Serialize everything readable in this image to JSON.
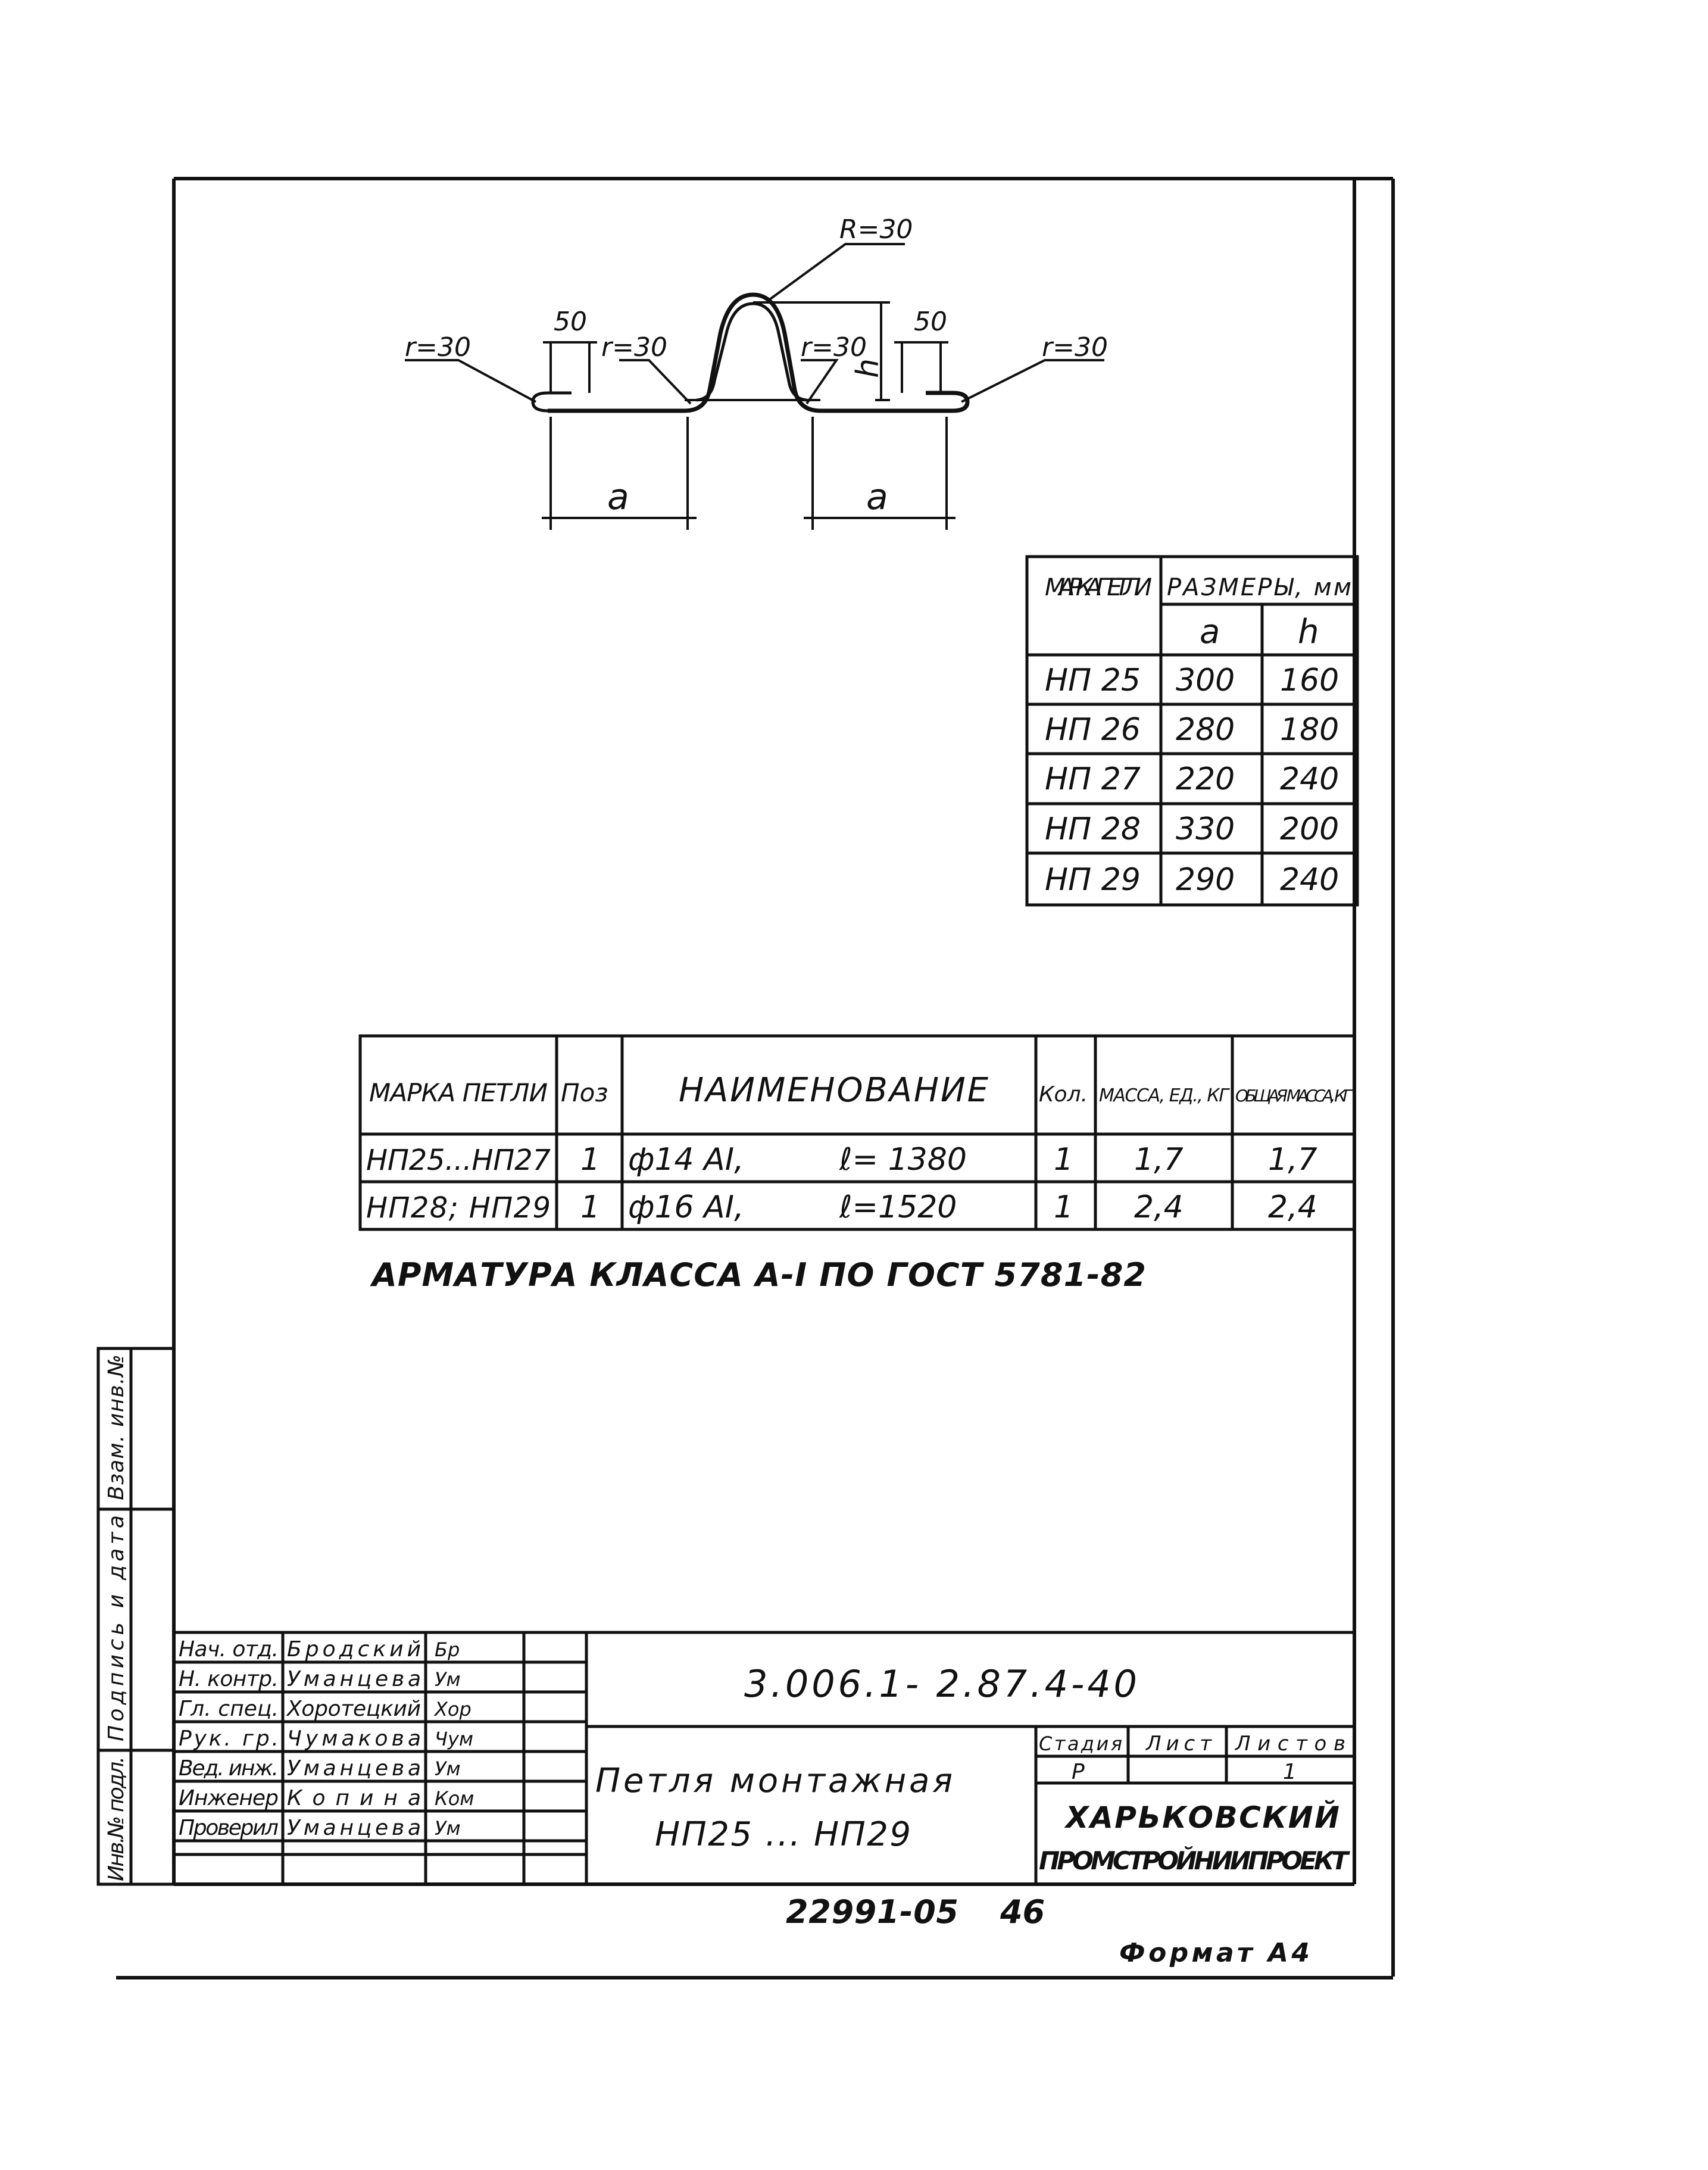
{
  "drawing": {
    "r_top": "R=30",
    "r_left": "r=30",
    "r_inner_left": "r=30",
    "r_inner_right": "r=30",
    "r_right": "r=30",
    "dim_50_left": "50",
    "dim_50_right": "50",
    "dim_h": "h",
    "dim_a_left": "a",
    "dim_a_right": "a"
  },
  "size_table": {
    "header_mark": "МАРКА ПЕТЛИ",
    "header_sizes": "РАЗМЕРЫ, мм",
    "col_a": "a",
    "col_h": "h",
    "rows": [
      {
        "mark": "НП 25",
        "a": "300",
        "h": "160"
      },
      {
        "mark": "НП 26",
        "a": "280",
        "h": "180"
      },
      {
        "mark": "НП 27",
        "a": "220",
        "h": "240"
      },
      {
        "mark": "НП 28",
        "a": "330",
        "h": "200"
      },
      {
        "mark": "НП 29",
        "a": "290",
        "h": "240"
      }
    ]
  },
  "spec_table": {
    "h_mark": "МАРКА ПЕТЛИ",
    "h_pos": "Поз",
    "h_name": "НАИМЕНОВАНИЕ",
    "h_qty": "Кол.",
    "h_mass_unit": "МАССА, ЕД., КГ",
    "h_mass_total": "ОБЩАЯ МАССА, КГ",
    "rows": [
      {
        "mark": "НП25...НП27",
        "pos": "1",
        "name": "ф14 АI,",
        "length": "ℓ= 1380",
        "qty": "1",
        "mass_unit": "1,7",
        "mass_total": "1,7"
      },
      {
        "mark": "НП28; НП29",
        "pos": "1",
        "name": "ф16 АI,",
        "length": "ℓ=1520",
        "qty": "1",
        "mass_unit": "2,4",
        "mass_total": "2,4"
      }
    ]
  },
  "note": "АРМАТУРА КЛАССА А-I ПО ГОСТ 5781-82",
  "side_stamp": {
    "inv_podl": "Инв.№ подл.",
    "podpis": "Подпись и дата",
    "vzam": "Взам. инв.№"
  },
  "title_block": {
    "roles": [
      "Нач. отд.",
      "Н. контр.",
      "Гл. спец.",
      "Рук. гр.",
      "Вед. инж.",
      "Инженер",
      "Проверил"
    ],
    "names": [
      "Бродский",
      "Уманцева",
      "Хоротецкий",
      "Чумакова",
      "Уманцева",
      "Копина",
      "Уманцева"
    ],
    "signatures": [
      "Бр",
      "Ум",
      "Хор",
      "Чум",
      "Ум",
      "Ком",
      "Ум"
    ],
    "code": "3.006.1- 2.87.4-40",
    "title_line1": "Петля монтажная",
    "title_line2": "НП25 ... НП29",
    "stage_label": "Стадия",
    "sheet_label": "Лист",
    "sheets_label": "Листов",
    "stage": "Р",
    "sheets": "1",
    "org_line1": "ХАРЬКОВСКИЙ",
    "org_line2": "ПРОМСТРОЙНИИПРОЕКТ"
  },
  "footer": {
    "number": "22991-05",
    "page": "46",
    "format": "Формат А4"
  }
}
